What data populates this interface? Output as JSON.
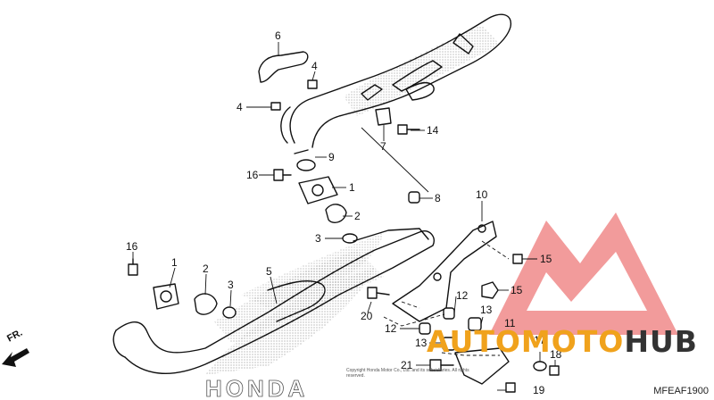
{
  "diagram": {
    "code": "MFEAF1900",
    "front_marker": "FR.",
    "brand_watermark": "HONDA",
    "copyright": "Copyright Honda Motor Co., Ltd. and its subsidiaries. All rights reserved."
  },
  "watermark": {
    "part1": "AUTOMOTO",
    "part2": "HUB",
    "colors": {
      "orange": "#f0a21c",
      "red": "#e85555",
      "dark": "#333333"
    }
  },
  "callouts": [
    "6",
    "4",
    "4",
    "7",
    "14",
    "9",
    "16",
    "1",
    "2",
    "3",
    "8",
    "10",
    "15",
    "15",
    "16",
    "1",
    "2",
    "3",
    "5",
    "12",
    "13",
    "11",
    "20",
    "12",
    "13",
    "17",
    "18",
    "21",
    "19"
  ]
}
